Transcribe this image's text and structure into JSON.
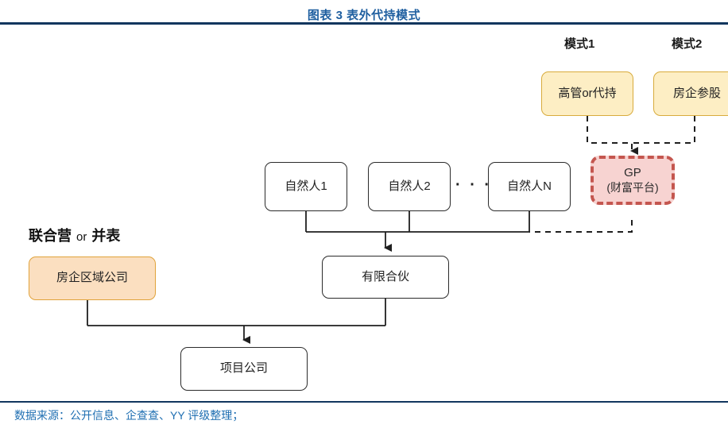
{
  "header": {
    "title": "图表 3 表外代持模式",
    "rule_color": "#11365e",
    "title_color": "#1f5fa0"
  },
  "footer": {
    "source": "数据来源：公开信息、企查查、YY 评级整理；",
    "source_color": "#1f6fb2"
  },
  "diagram": {
    "type": "flowchart",
    "mode_labels": [
      {
        "id": "mode-1",
        "text": "模式1"
      },
      {
        "id": "mode-2",
        "text": "模式2"
      }
    ],
    "group_label": {
      "left": "联合营",
      "connector": "or",
      "right": "并表"
    },
    "ellipsis": "· · · ·",
    "nodes": [
      {
        "id": "exec-proxy",
        "label": "高管or代持",
        "style": "amber"
      },
      {
        "id": "devco-stake",
        "label": "房企参股",
        "style": "amber"
      },
      {
        "id": "gp",
        "label": "GP",
        "sublabel": "(财富平台)",
        "style": "gp"
      },
      {
        "id": "person-1",
        "label": "自然人1",
        "style": "plain"
      },
      {
        "id": "person-2",
        "label": "自然人2",
        "style": "plain"
      },
      {
        "id": "person-n",
        "label": "自然人N",
        "style": "plain"
      },
      {
        "id": "limited-partnership",
        "label": "有限合伙",
        "style": "plain"
      },
      {
        "id": "devco-region",
        "label": "房企区域公司",
        "style": "peach"
      },
      {
        "id": "project-co",
        "label": "项目公司",
        "style": "plain"
      }
    ],
    "colors": {
      "amber_fill": "#fdeec4",
      "amber_stroke": "#d8ab3c",
      "peach_fill": "#fbdfc0",
      "peach_stroke": "#e0a23a",
      "gp_fill": "#f7d3d1",
      "gp_stroke": "#c4564f",
      "plain_stroke": "#2b2b2b",
      "wire": "#1f1f1f"
    }
  }
}
